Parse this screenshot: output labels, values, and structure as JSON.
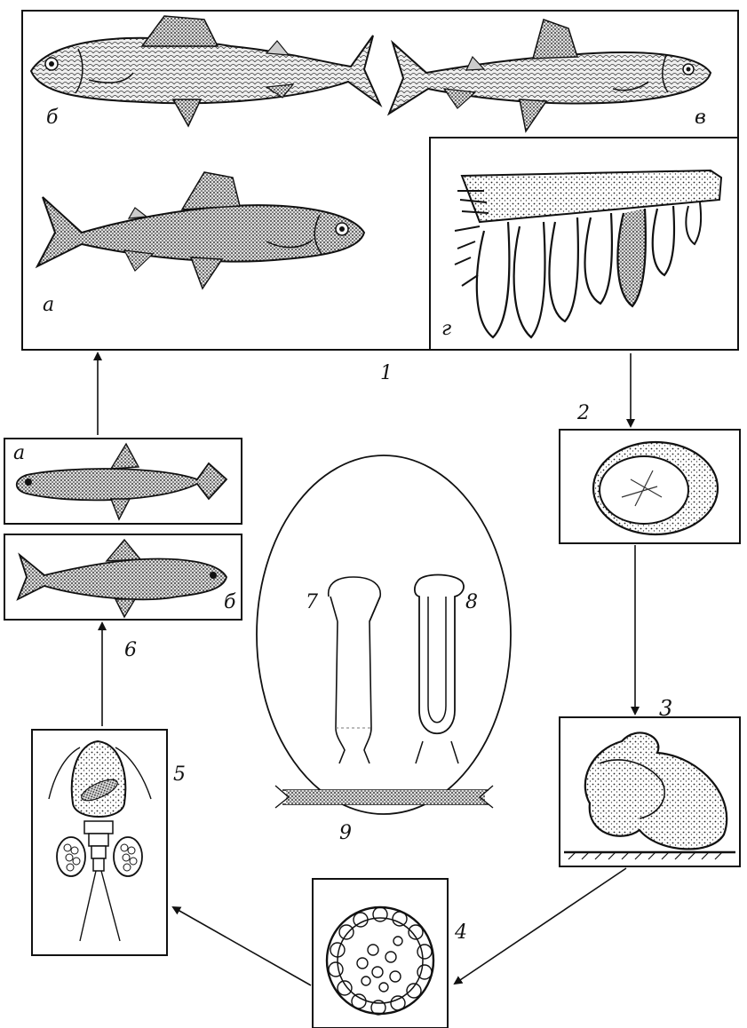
{
  "labels": {
    "fish_top_left": "б",
    "fish_top_right": "в",
    "fish_bottom": "а",
    "gill_panel": "г",
    "stage_1": "1",
    "stage_2": "2",
    "stage_3": "3",
    "stage_4": "4",
    "stage_5": "5",
    "stage_6": "6",
    "small_fish_a": "а",
    "small_fish_b": "б",
    "oval_7": "7",
    "oval_8": "8",
    "oval_9": "9"
  },
  "colors": {
    "line": "#111111",
    "paper": "#ffffff",
    "stipple": "#333333"
  }
}
